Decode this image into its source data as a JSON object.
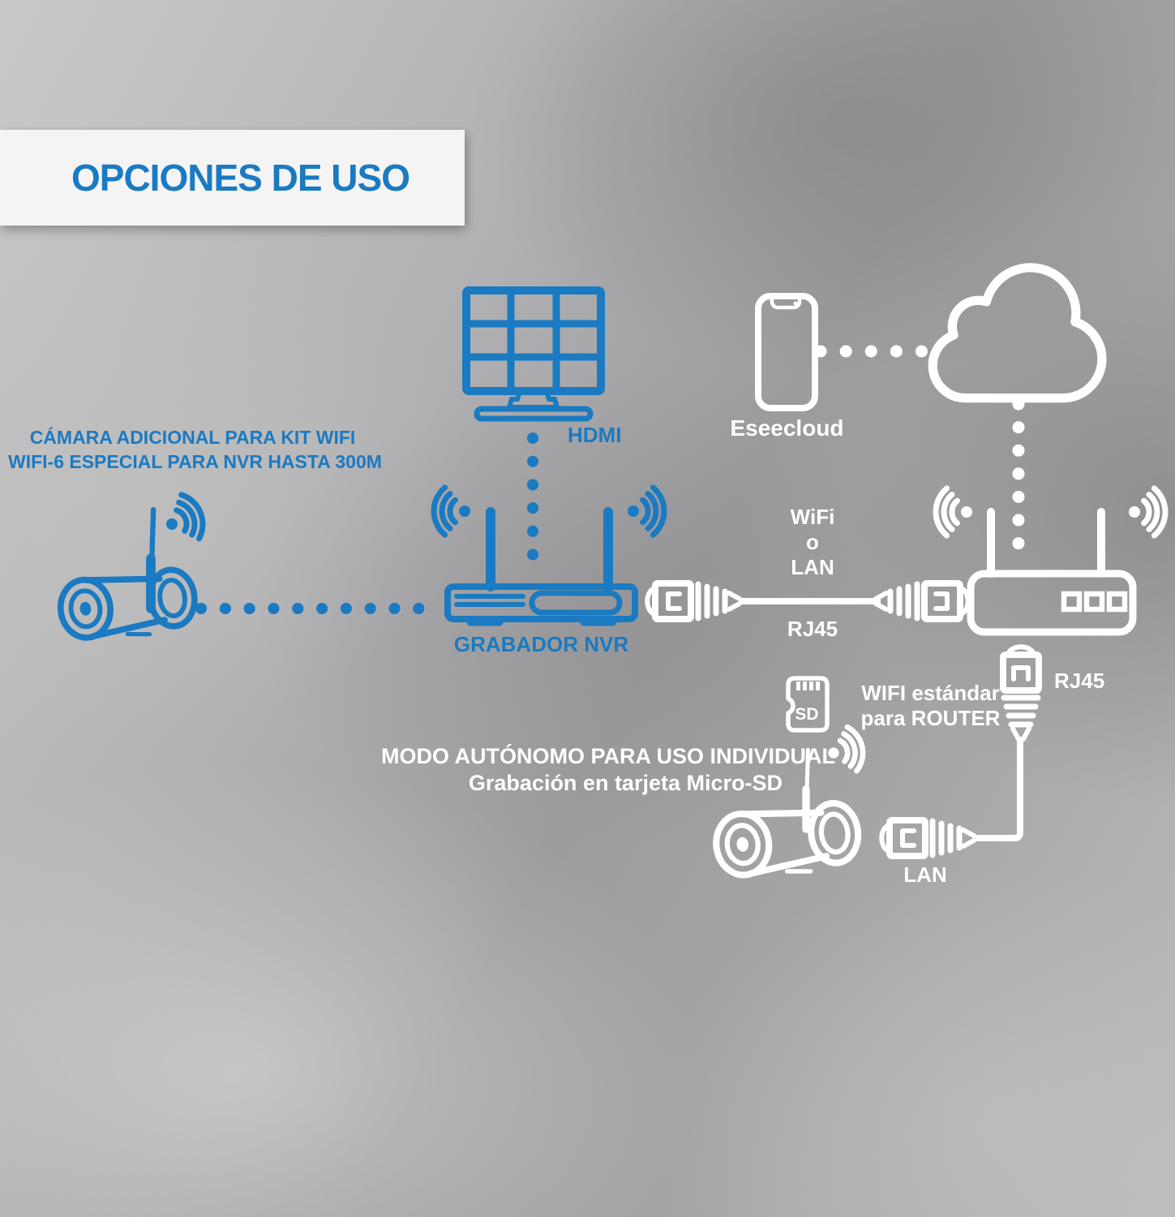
{
  "colors": {
    "accent": "#1a7ac2",
    "diagram_white": "#ffffff",
    "banner_bg": "#f4f4f4"
  },
  "banner": {
    "title": "OPCIONES DE USO"
  },
  "kit_section": {
    "camera_note_line1": "CÁMARA ADICIONAL PARA KIT WIFI",
    "camera_note_line2": "WIFI-6 ESPECIAL PARA NVR HASTA 300M",
    "hdmi_label": "HDMI",
    "nvr_label": "GRABADOR NVR"
  },
  "cloud_section": {
    "phone_label": "Eseecloud",
    "link_wifi": "WiFi",
    "link_or": "o",
    "link_lan": "LAN",
    "link_cable": "RJ45"
  },
  "standalone_section": {
    "note_line1": "MODO AUTÓNOMO PARA USO INDIVIDUAL",
    "note_line2": "Grabación en tarjeta Micro-SD",
    "sd_card_label": "SD",
    "router_wifi_line1": "WIFI estándar",
    "router_wifi_line2": "para ROUTER",
    "rj45_label": "RJ45",
    "lan_label": "LAN"
  }
}
